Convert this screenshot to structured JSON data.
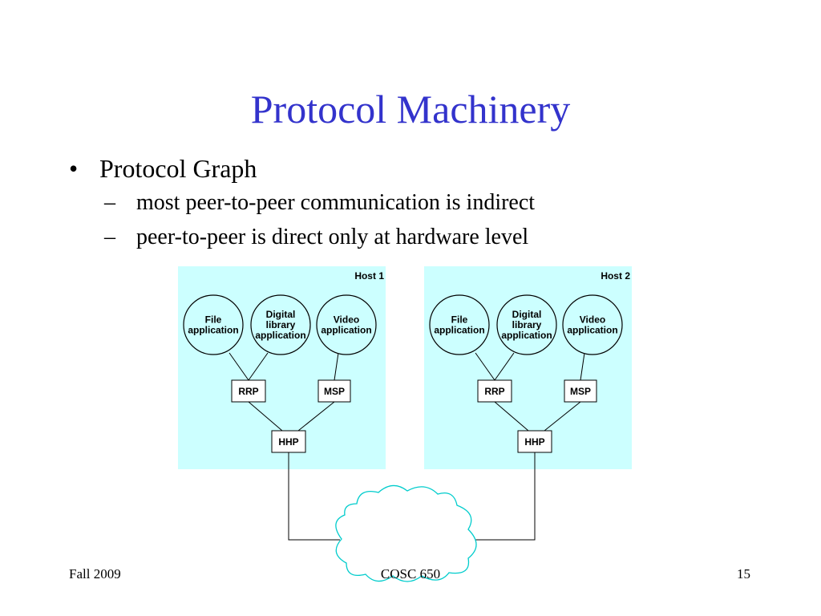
{
  "slide": {
    "title": "Protocol Machinery",
    "title_color": "#3333cc",
    "bullet": "Protocol Graph",
    "sub_bullets": [
      "most peer-to-peer communication is indirect",
      "peer-to-peer is direct only at hardware level"
    ],
    "bullet_mark": "•",
    "sub_bullet_mark": "–"
  },
  "diagram": {
    "host_fill": "#ccffff",
    "cloud_fill": "#ffffff",
    "cloud_stroke": "#00cccc",
    "hosts": [
      {
        "label": "Host 1",
        "apps": [
          [
            "File",
            "application"
          ],
          [
            "Digital",
            "library",
            "application"
          ],
          [
            "Video",
            "application"
          ]
        ],
        "protocols": [
          "RRP",
          "MSP",
          "HHP"
        ]
      },
      {
        "label": "Host 2",
        "apps": [
          [
            "File",
            "application"
          ],
          [
            "Digital",
            "library",
            "application"
          ],
          [
            "Video",
            "application"
          ]
        ],
        "protocols": [
          "RRP",
          "MSP",
          "HHP"
        ]
      }
    ]
  },
  "footer": {
    "left": "Fall 2009",
    "center": "COSC 650",
    "right": "15"
  }
}
